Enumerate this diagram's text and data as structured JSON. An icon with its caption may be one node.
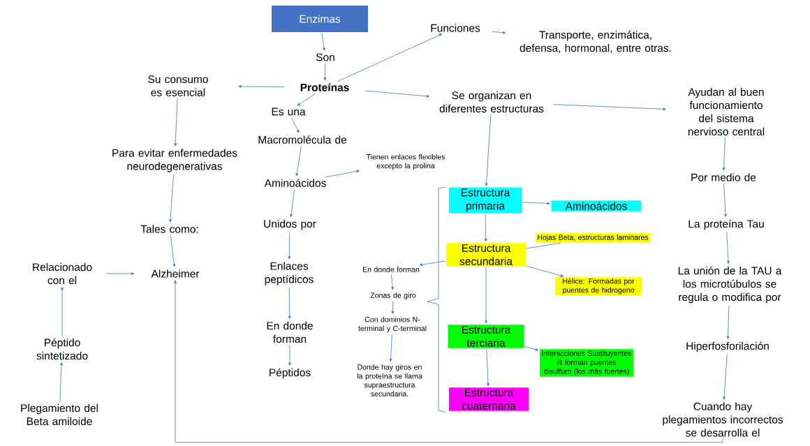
{
  "diagram": {
    "nodes": [
      {
        "text": [
          "Enzimas"
        ]
      },
      {
        "text": [
          "Son"
        ]
      },
      {
        "text": [
          "Proteínas"
        ]
      },
      {
        "text": [
          "Funciones"
        ]
      },
      {
        "text": [
          "Transporte, enzimática, defensa, hormonal, entre otras."
        ]
      },
      {
        "text": [
          "Su consumo es esencial"
        ]
      },
      {
        "text": [
          "Se organizan en diferentes estructuras"
        ]
      },
      {
        "text": [
          "Ayudan al buen funcionamiento del sistema nervioso central"
        ]
      },
      {
        "text": [
          "Es una"
        ]
      },
      {
        "text": [
          "Para evitar enfermedades neurodegenerativas"
        ]
      },
      {
        "text": [
          "Macromolécula de"
        ]
      },
      {
        "text": [
          "Tienen enlaces flexibles excepto la prolina"
        ]
      },
      {
        "text": [
          "Aminoácidos"
        ]
      },
      {
        "text": [
          "Por medio de"
        ]
      },
      {
        "text": [
          "Estructura primaria"
        ]
      },
      {
        "text": [
          "Aminoácidos"
        ]
      },
      {
        "text": [
          "Unidos por"
        ]
      },
      {
        "text": [
          "Tales como:"
        ]
      },
      {
        "text": [
          "La proteína Tau"
        ]
      },
      {
        "text": [
          "Estructura secundaria"
        ]
      },
      {
        "text": [
          "Hojas Beta, estructuras laminares"
        ]
      },
      {
        "text": [
          "Relacionado con el"
        ]
      },
      {
        "text": [
          "Alzheimer"
        ]
      },
      {
        "text": [
          "Enlaces peptídicos"
        ]
      },
      {
        "text": [
          "En donde forman"
        ]
      },
      {
        "text": [
          "Hélice: Formadas por puentes de hidrogeno"
        ]
      },
      {
        "text": [
          "La unión de la TAU a los microtúbulos se regula o modifica por"
        ]
      },
      {
        "text": [
          "Zonas de giro"
        ]
      },
      {
        "text": [
          "Con dominios N-terminal y C-terminal"
        ]
      },
      {
        "text": [
          "Estructura terciaria"
        ]
      },
      {
        "text": [
          "Interacciones Sustituyentes R forman puentes disulfuro (los más fuertes)"
        ]
      },
      {
        "text": [
          "Hiperfosforilación"
        ]
      },
      {
        "text": [
          "En donde forman"
        ]
      },
      {
        "text": [
          "Péptido sintetizado"
        ]
      },
      {
        "text": [
          "Péptidos"
        ]
      },
      {
        "text": [
          "Donde hay giros en la proteína se llama supraestructura secundaria."
        ]
      },
      {
        "text": [
          "Estructura cuaternaria"
        ]
      },
      {
        "text": [
          "Plegamiento del Beta amiloide"
        ]
      },
      {
        "text": [
          "Cuando hay plegamientos incorrectos se desarrolla el"
        ]
      }
    ],
    "edges": [
      {
        "from": 0,
        "to": 1,
        "arrow": "to"
      },
      {
        "from": 1,
        "to": 2,
        "arrow": "to"
      },
      {
        "from": 2,
        "to": 3,
        "arrow": "to"
      },
      {
        "from": 3,
        "to": 4,
        "arrow": "to"
      },
      {
        "from": 2,
        "to": 5,
        "arrow": "to"
      },
      {
        "from": 2,
        "to": 6,
        "arrow": "to"
      },
      {
        "from": 6,
        "to": 7,
        "arrow": "to"
      },
      {
        "from": 2,
        "to": 8,
        "arrow": "to"
      },
      {
        "from": 8,
        "to": 10,
        "arrow": "to"
      },
      {
        "from": 10,
        "to": 12,
        "arrow": "to"
      },
      {
        "from": 12,
        "to": 11,
        "arrow": "to"
      },
      {
        "from": 12,
        "to": 16,
        "arrow": "to"
      },
      {
        "from": 16,
        "to": 23,
        "arrow": "to"
      },
      {
        "from": 23,
        "to": 32,
        "arrow": "to"
      },
      {
        "from": 32,
        "to": 34,
        "arrow": "to"
      },
      {
        "from": 5,
        "to": 9,
        "arrow": "to"
      },
      {
        "from": 9,
        "to": 17,
        "arrow": "to"
      },
      {
        "from": 17,
        "to": 22,
        "arrow": "to"
      },
      {
        "from": 21,
        "to": 22,
        "arrow": "to"
      },
      {
        "from": 33,
        "to": 21,
        "arrow": "to"
      },
      {
        "from": 37,
        "to": 33,
        "arrow": "to"
      },
      {
        "from": 6,
        "to": 14,
        "arrow": "to"
      },
      {
        "from": 14,
        "to": 15,
        "arrow": "to"
      },
      {
        "from": 14,
        "to": 19,
        "arrow": "to"
      },
      {
        "from": 19,
        "to": 20,
        "arrow": "none"
      },
      {
        "from": 19,
        "to": 25,
        "arrow": "to"
      },
      {
        "from": 19,
        "to": 24,
        "arrow": "to"
      },
      {
        "from": 24,
        "to": 27,
        "arrow": "to"
      },
      {
        "from": 27,
        "to": 28,
        "arrow": "to"
      },
      {
        "from": 28,
        "to": 35,
        "arrow": "to"
      },
      {
        "from": 19,
        "to": 29,
        "arrow": "to"
      },
      {
        "from": 29,
        "to": 30,
        "arrow": "to"
      },
      {
        "from": 29,
        "to": 36,
        "arrow": "to"
      },
      {
        "from": 7,
        "to": 13,
        "arrow": "to"
      },
      {
        "from": 13,
        "to": 18,
        "arrow": "to"
      },
      {
        "from": 18,
        "to": 26,
        "arrow": "to"
      },
      {
        "from": 26,
        "to": 31,
        "arrow": "to"
      },
      {
        "from": 31,
        "to": 38,
        "arrow": "to"
      },
      {
        "from": 38,
        "to": 22,
        "arrow": "to"
      }
    ]
  }
}
